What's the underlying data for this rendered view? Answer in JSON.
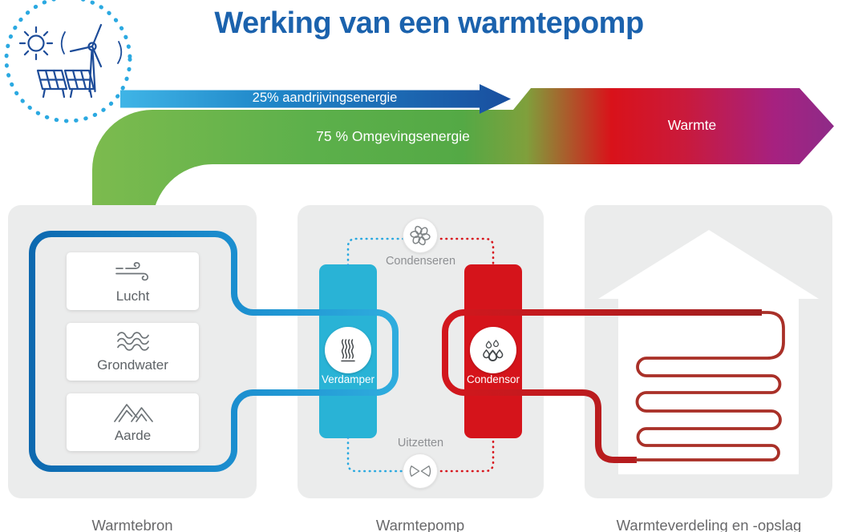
{
  "title": "Werking van een warmtepomp",
  "energy_flow": {
    "drive_energy_label": "25% aandrijvingsenergie",
    "ambient_energy_label": "75 % Omgevingsenergie",
    "heat_label": "Warmte"
  },
  "source_panel": {
    "caption": "Warmtebron",
    "items": [
      {
        "icon": "wind-icon",
        "label": "Lucht"
      },
      {
        "icon": "water-waves-icon",
        "label": "Grondwater"
      },
      {
        "icon": "mountains-icon",
        "label": "Aarde"
      }
    ]
  },
  "heatpump_panel": {
    "caption": "Warmtepomp",
    "top_process_label": "Condenseren",
    "bottom_process_label": "Uitzetten",
    "evaporator_label": "Verdamper",
    "condenser_label": "Condensor",
    "icons": [
      "fan-icon",
      "steam-icon",
      "droplets-icon",
      "expansion-valve-icon"
    ]
  },
  "distribution_panel": {
    "caption": "Warmteverdeling en -opslag",
    "icon": "house-shape"
  },
  "badge": {
    "icon": "renewable-energy-icon",
    "parts": [
      "sun-icon",
      "wind-turbine-icon",
      "solar-panel-icon"
    ]
  },
  "colors": {
    "title_blue": "#1b62ad",
    "band_green": "#5cb04b",
    "band_red": "#d9121a",
    "band_purple": "#8e2b88",
    "arrow_blue": "#1f86c8",
    "pipe_blue": "#1b8ecf",
    "pipe_red": "#c3181d",
    "box_blue": "#29b3d6",
    "box_red": "#d5141b",
    "panel_gray": "#ebecec"
  }
}
